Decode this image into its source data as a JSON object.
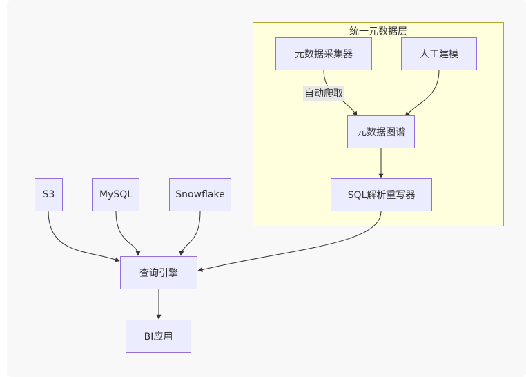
{
  "subgraph": {
    "title": "统一元数据层"
  },
  "nodes": {
    "collector": "元数据采集器",
    "manual": "人工建模",
    "graph": "元数据图谱",
    "rewriter": "SQL解析重写器",
    "s3": "S3",
    "mysql": "MySQL",
    "snowflake": "Snowflake",
    "engine": "查询引擎",
    "bi": "BI应用"
  },
  "edge_labels": {
    "auto_crawl": "自动爬取"
  },
  "colors": {
    "node_fill": "#ececff",
    "node_border": "#9370db",
    "subgraph_fill": "#ffffde",
    "subgraph_border": "#aaaa33",
    "edge": "#333333"
  }
}
